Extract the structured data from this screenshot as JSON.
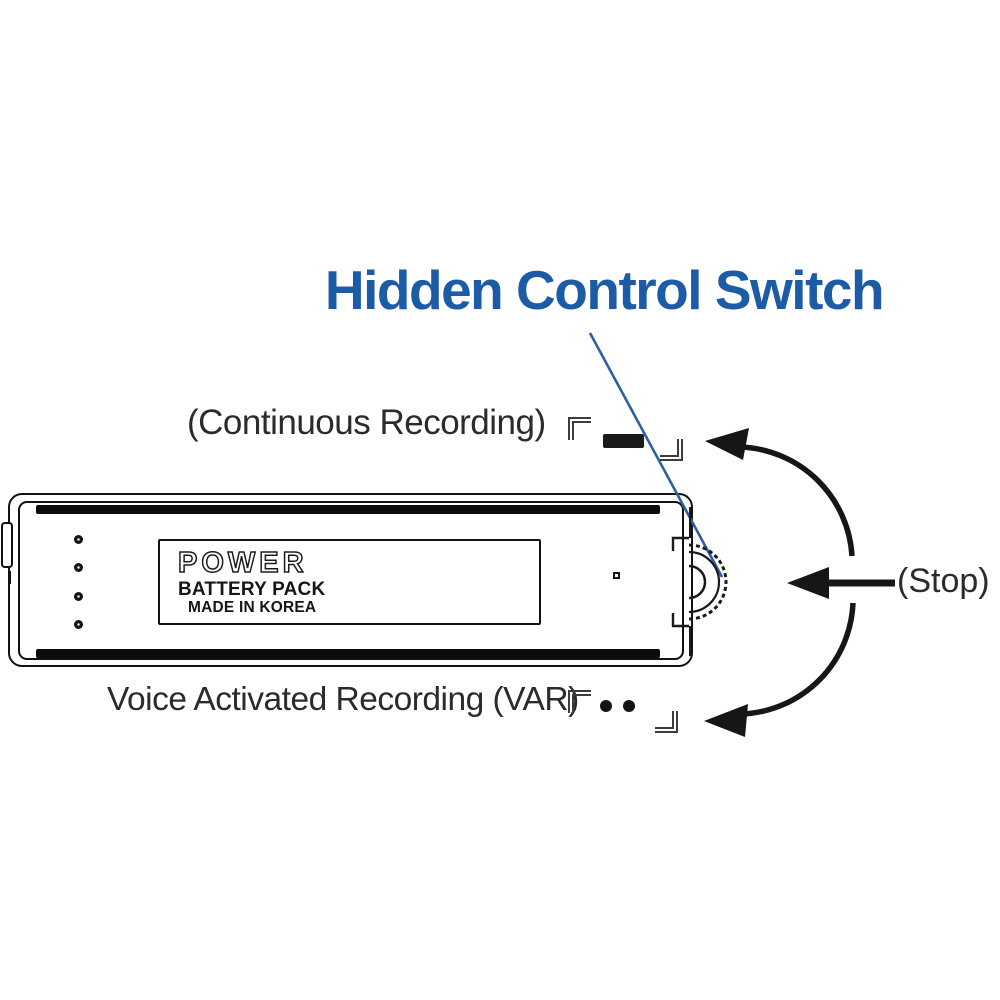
{
  "title": {
    "text": "Hidden Control Switch",
    "color": "#1c5ca6"
  },
  "annotations": {
    "continuous": {
      "label": "(Continuous Recording)",
      "symbol": "solid-bar-icon"
    },
    "var": {
      "label": "Voice Activated Recording (VAR)",
      "symbol": "two-dots-icon"
    },
    "stop": {
      "label": "(Stop)",
      "symbol": "left-arrow-icon"
    },
    "rotation_symbol": "curved-double-arrow-icon"
  },
  "device": {
    "type": "battery-pack voice recorder",
    "label_box": {
      "line1": "POWER",
      "line2": "BATTERY PACK",
      "line3": "MADE IN KOREA"
    },
    "indicator_dot_count": "4",
    "switch_part": "knurled-dial-icon"
  },
  "colors": {
    "accent_blue": "#1c5ca6",
    "leader_line_blue": "#2e5f9e",
    "ink": "#121212",
    "text": "#2b2b2b",
    "background": "#ffffff"
  }
}
